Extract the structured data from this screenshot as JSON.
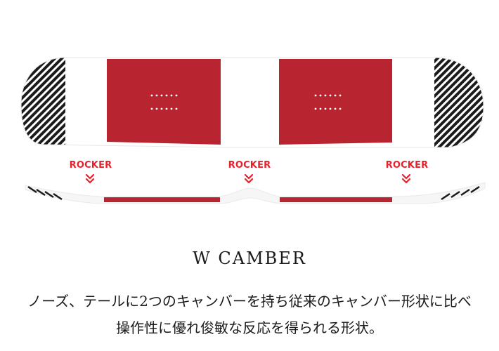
{
  "colors": {
    "red": "#b8242f",
    "accent": "#e8222c",
    "black": "#1b1b1b",
    "white": "#ffffff"
  },
  "board": {
    "rocker_labels": [
      "ROCKER",
      "ROCKER",
      "ROCKER"
    ]
  },
  "title": "W CAMBER",
  "description": {
    "line1": "ノーズ、テールに2つのキャンバーを持ち従来のキャンバー形状に比べ",
    "line2": "操作性に優れ俊敏な反応を得られる形状。"
  }
}
